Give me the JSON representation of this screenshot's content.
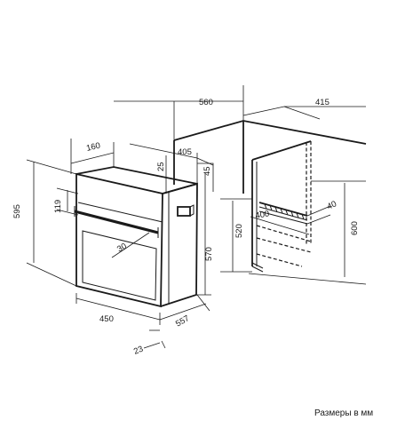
{
  "dimensions": {
    "oven_width": "560",
    "niche_depth": "415",
    "top_depth": "160",
    "inner_width": "405",
    "top_offset": "25",
    "side_offset": "45",
    "overall_height": "595",
    "panel_height": "119",
    "niche_height_520": "520",
    "niche_height_600": "600",
    "front_height": "570",
    "handle_gap": "30",
    "vent_width": "400",
    "vent_depth": "40",
    "front_width": "450",
    "body_depth": "557",
    "door_thickness": "23"
  },
  "caption": "Размеры в мм"
}
